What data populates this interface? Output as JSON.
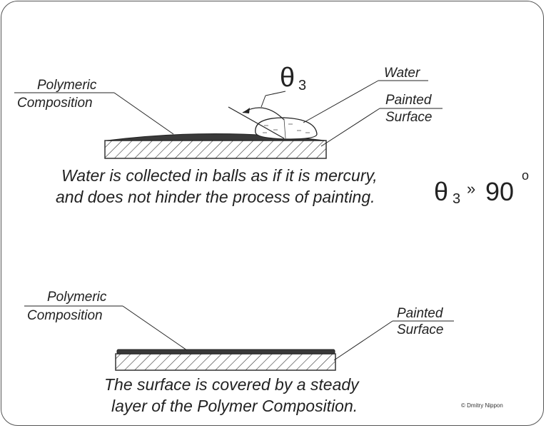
{
  "top_panel": {
    "label_polymeric_line1": "Polymeric",
    "label_polymeric_line2": "Composition",
    "label_water": "Water",
    "label_painted_line1": "Painted",
    "label_painted_line2": "Surface",
    "angle_symbol": "θ",
    "angle_subscript": "3",
    "caption_line1": "Water is collected in balls as if it is mercury,",
    "caption_line2": "and does not hinder the process of painting.",
    "relation_theta": "θ",
    "relation_subscript": "3",
    "relation_operator": "»",
    "relation_value": "90",
    "relation_degree": "o"
  },
  "bottom_panel": {
    "label_polymeric_line1": "Polymeric",
    "label_polymeric_line2": "Composition",
    "label_painted_line1": "Painted",
    "label_painted_line2": "Surface",
    "caption_line1": "The surface is covered by a steady",
    "caption_line2": "layer of the Polymer Composition."
  },
  "copyright": "© Dmitry Nippon"
}
